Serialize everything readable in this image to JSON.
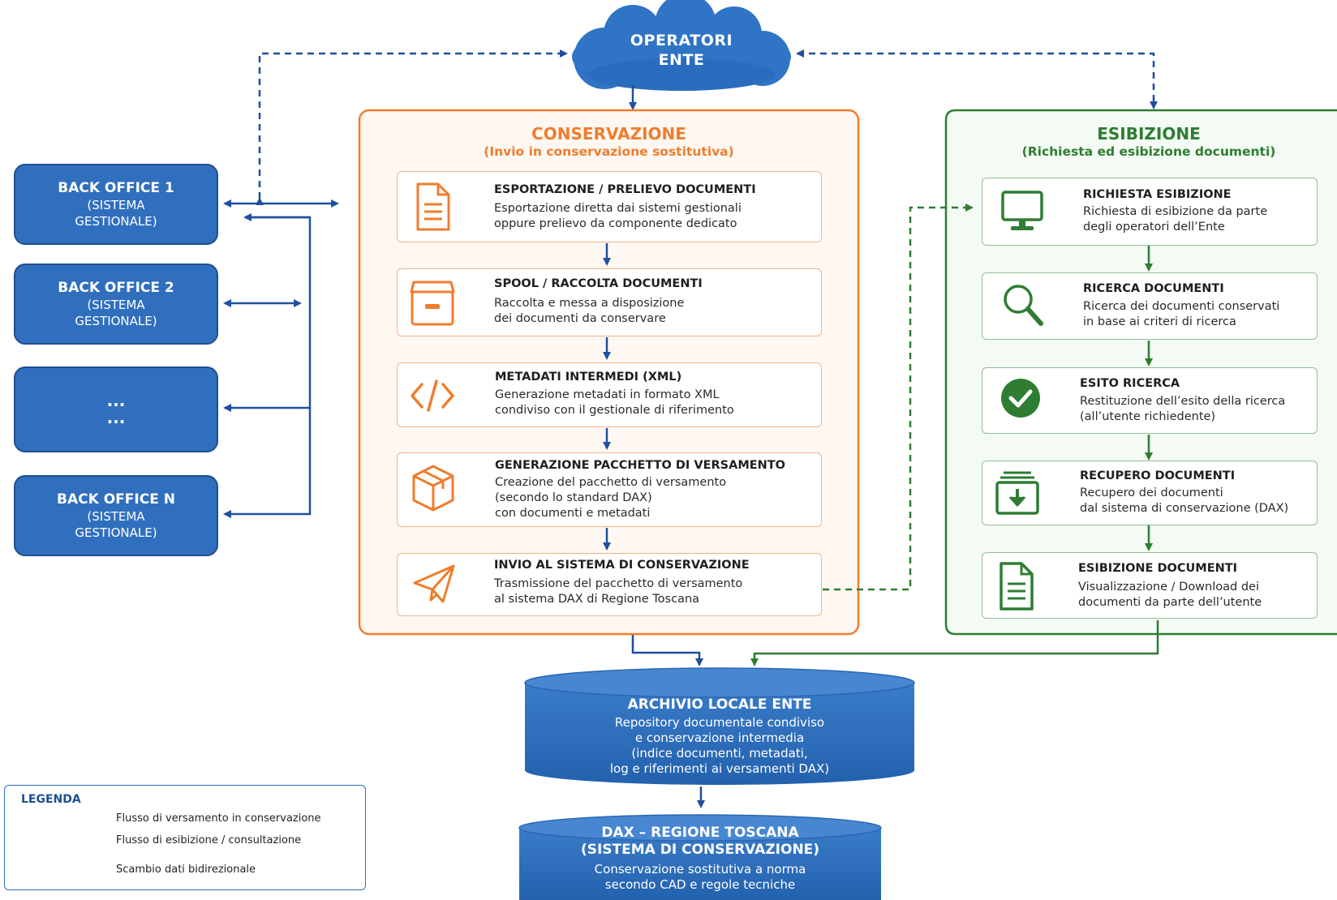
{
  "operatori": {
    "line1": "OPERATORI",
    "line2": "ENTE"
  },
  "back_offices": [
    {
      "title": "BACK OFFICE 1",
      "sub1": "(SISTEMA",
      "sub2": "GESTIONALE)"
    },
    {
      "title": "BACK OFFICE 2",
      "sub1": "(SISTEMA",
      "sub2": "GESTIONALE)"
    },
    {
      "title": "...",
      "sub1": "...",
      "sub2": ""
    },
    {
      "title": "BACK OFFICE N",
      "sub1": "(SISTEMA",
      "sub2": "GESTIONALE)"
    }
  ],
  "conservazione": {
    "title": "CONSERVAZIONE",
    "subtitle": "(Invio in conservazione sostitutiva)",
    "steps": [
      {
        "title": "ESPORTAZIONE / PRELIEVO DOCUMENTI",
        "line1": "Esportazione diretta dai sistemi gestionali",
        "line2": "oppure prelievo da componente dedicato",
        "line3": "",
        "line4": "",
        "icon": "document-icon"
      },
      {
        "title": "SPOOL / RACCOLTA DOCUMENTI",
        "line1": "Raccolta e messa a disposizione",
        "line2": "dei documenti da conservare",
        "line3": "",
        "line4": "",
        "icon": "archive-box-icon"
      },
      {
        "title": "METADATI INTERMEDI (XML)",
        "line1": "Generazione metadati in formato XML",
        "line2": "condiviso con il gestionale di riferimento",
        "line3": "",
        "line4": "",
        "icon": "code-icon"
      },
      {
        "title": "GENERAZIONE PACCHETTO DI VERSAMENTO",
        "line1": "Creazione del pacchetto di versamento",
        "line2": "(secondo lo standard DAX)",
        "line3": "con documenti e metadati",
        "line4": "",
        "icon": "package-icon"
      },
      {
        "title": "INVIO AL SISTEMA DI CONSERVAZIONE",
        "line1": "Trasmissione del pacchetto di versamento",
        "line2": "al sistema DAX di Regione Toscana",
        "line3": "",
        "line4": "",
        "icon": "paper-plane-icon"
      }
    ]
  },
  "esibizione": {
    "title": "ESIBIZIONE",
    "subtitle": "(Richiesta ed esibizione documenti)",
    "steps": [
      {
        "title": "RICHIESTA ESIBIZIONE",
        "line1": "Richiesta di esibizione da parte",
        "line2": "degli operatori dell’Ente",
        "icon": "monitor-icon"
      },
      {
        "title": "RICERCA DOCUMENTI",
        "line1": "Ricerca dei documenti conservati",
        "line2": "in base ai criteri di ricerca",
        "icon": "search-icon"
      },
      {
        "title": "ESITO RICERCA",
        "line1": "Restituzione dell’esito della ricerca",
        "line2": "(all’utente richiedente)",
        "icon": "check-circle-icon"
      },
      {
        "title": "RECUPERO DOCUMENTI",
        "line1": "Recupero dei documenti",
        "line2": "dal sistema di conservazione (DAX)",
        "icon": "download-tray-icon"
      },
      {
        "title": "ESIBIZIONE DOCUMENTI",
        "line1": "Visualizzazione / Download dei",
        "line2": "documenti da parte dell’utente",
        "icon": "document-icon"
      }
    ]
  },
  "archivio": {
    "title": "ARCHIVIO LOCALE ENTE",
    "lines": [
      "Repository documentale condiviso",
      "e conservazione intermedia",
      "(indice documenti, metadati,",
      "log e riferimenti ai versamenti DAX)"
    ]
  },
  "dax": {
    "title1": "DAX – REGIONE TOSCANA",
    "title2": "(SISTEMA DI CONSERVAZIONE)",
    "lines": [
      "Conservazione sostitutiva a norma",
      "secondo CAD e regole tecniche"
    ]
  },
  "legend": {
    "title": "LEGENDA",
    "items": [
      {
        "label": "Flusso di versamento in conservazione",
        "color": "#1f4f9f"
      },
      {
        "label": "Flusso di esibizione / consultazione",
        "color": "#2e7d32"
      },
      {
        "label": "Scambio dati bidirezionale",
        "color": "#1f4f9f"
      }
    ]
  },
  "colors": {
    "blue": "#2f6fbe",
    "dark_blue": "#1f4f9f",
    "orange": "#ef7d2d",
    "green": "#2e7d32"
  }
}
